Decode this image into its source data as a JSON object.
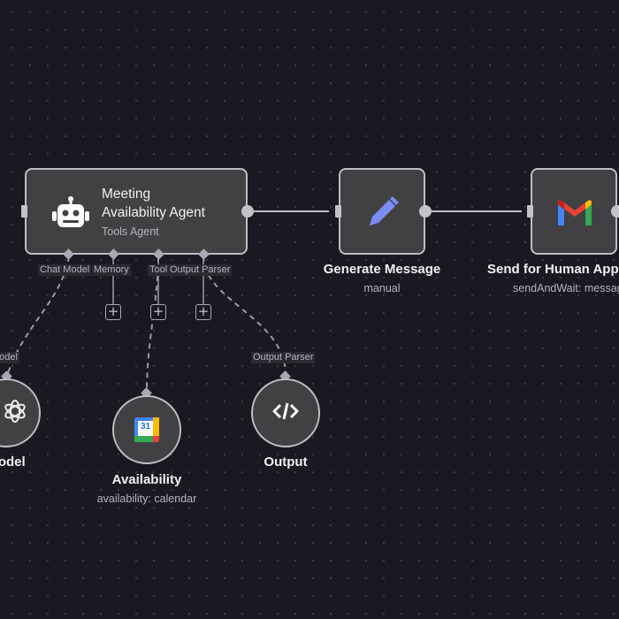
{
  "nodes": {
    "agent": {
      "title_line1": "Meeting",
      "title_line2": "Availability Agent",
      "subtitle": "Tools Agent",
      "icon": "robot-icon"
    },
    "generate": {
      "title": "Generate Message",
      "subtitle": "manual",
      "icon": "pencil-icon"
    },
    "send": {
      "title": "Send for Human Approval",
      "subtitle": "sendAndWait: message",
      "icon": "gmail-icon"
    },
    "chat_model": {
      "title": "Model",
      "port_label": "Model",
      "icon": "openai-icon"
    },
    "availability": {
      "title": "Availability",
      "subtitle": "availability: calendar",
      "icon": "google-calendar-icon",
      "calendar_day": "31"
    },
    "output": {
      "title": "Output",
      "port_label": "Output Parser",
      "icon": "code-icon"
    }
  },
  "agent_ports": {
    "chat_model": "Chat Model",
    "memory": "Memory",
    "tool": "Tool",
    "output_parser": "Output Parser"
  },
  "plus_symbol": "+",
  "colors": {
    "canvas": "#1a1921",
    "node_fill": "#414143",
    "node_border": "#bdbdc4",
    "pencil": "#7b8cf5"
  }
}
